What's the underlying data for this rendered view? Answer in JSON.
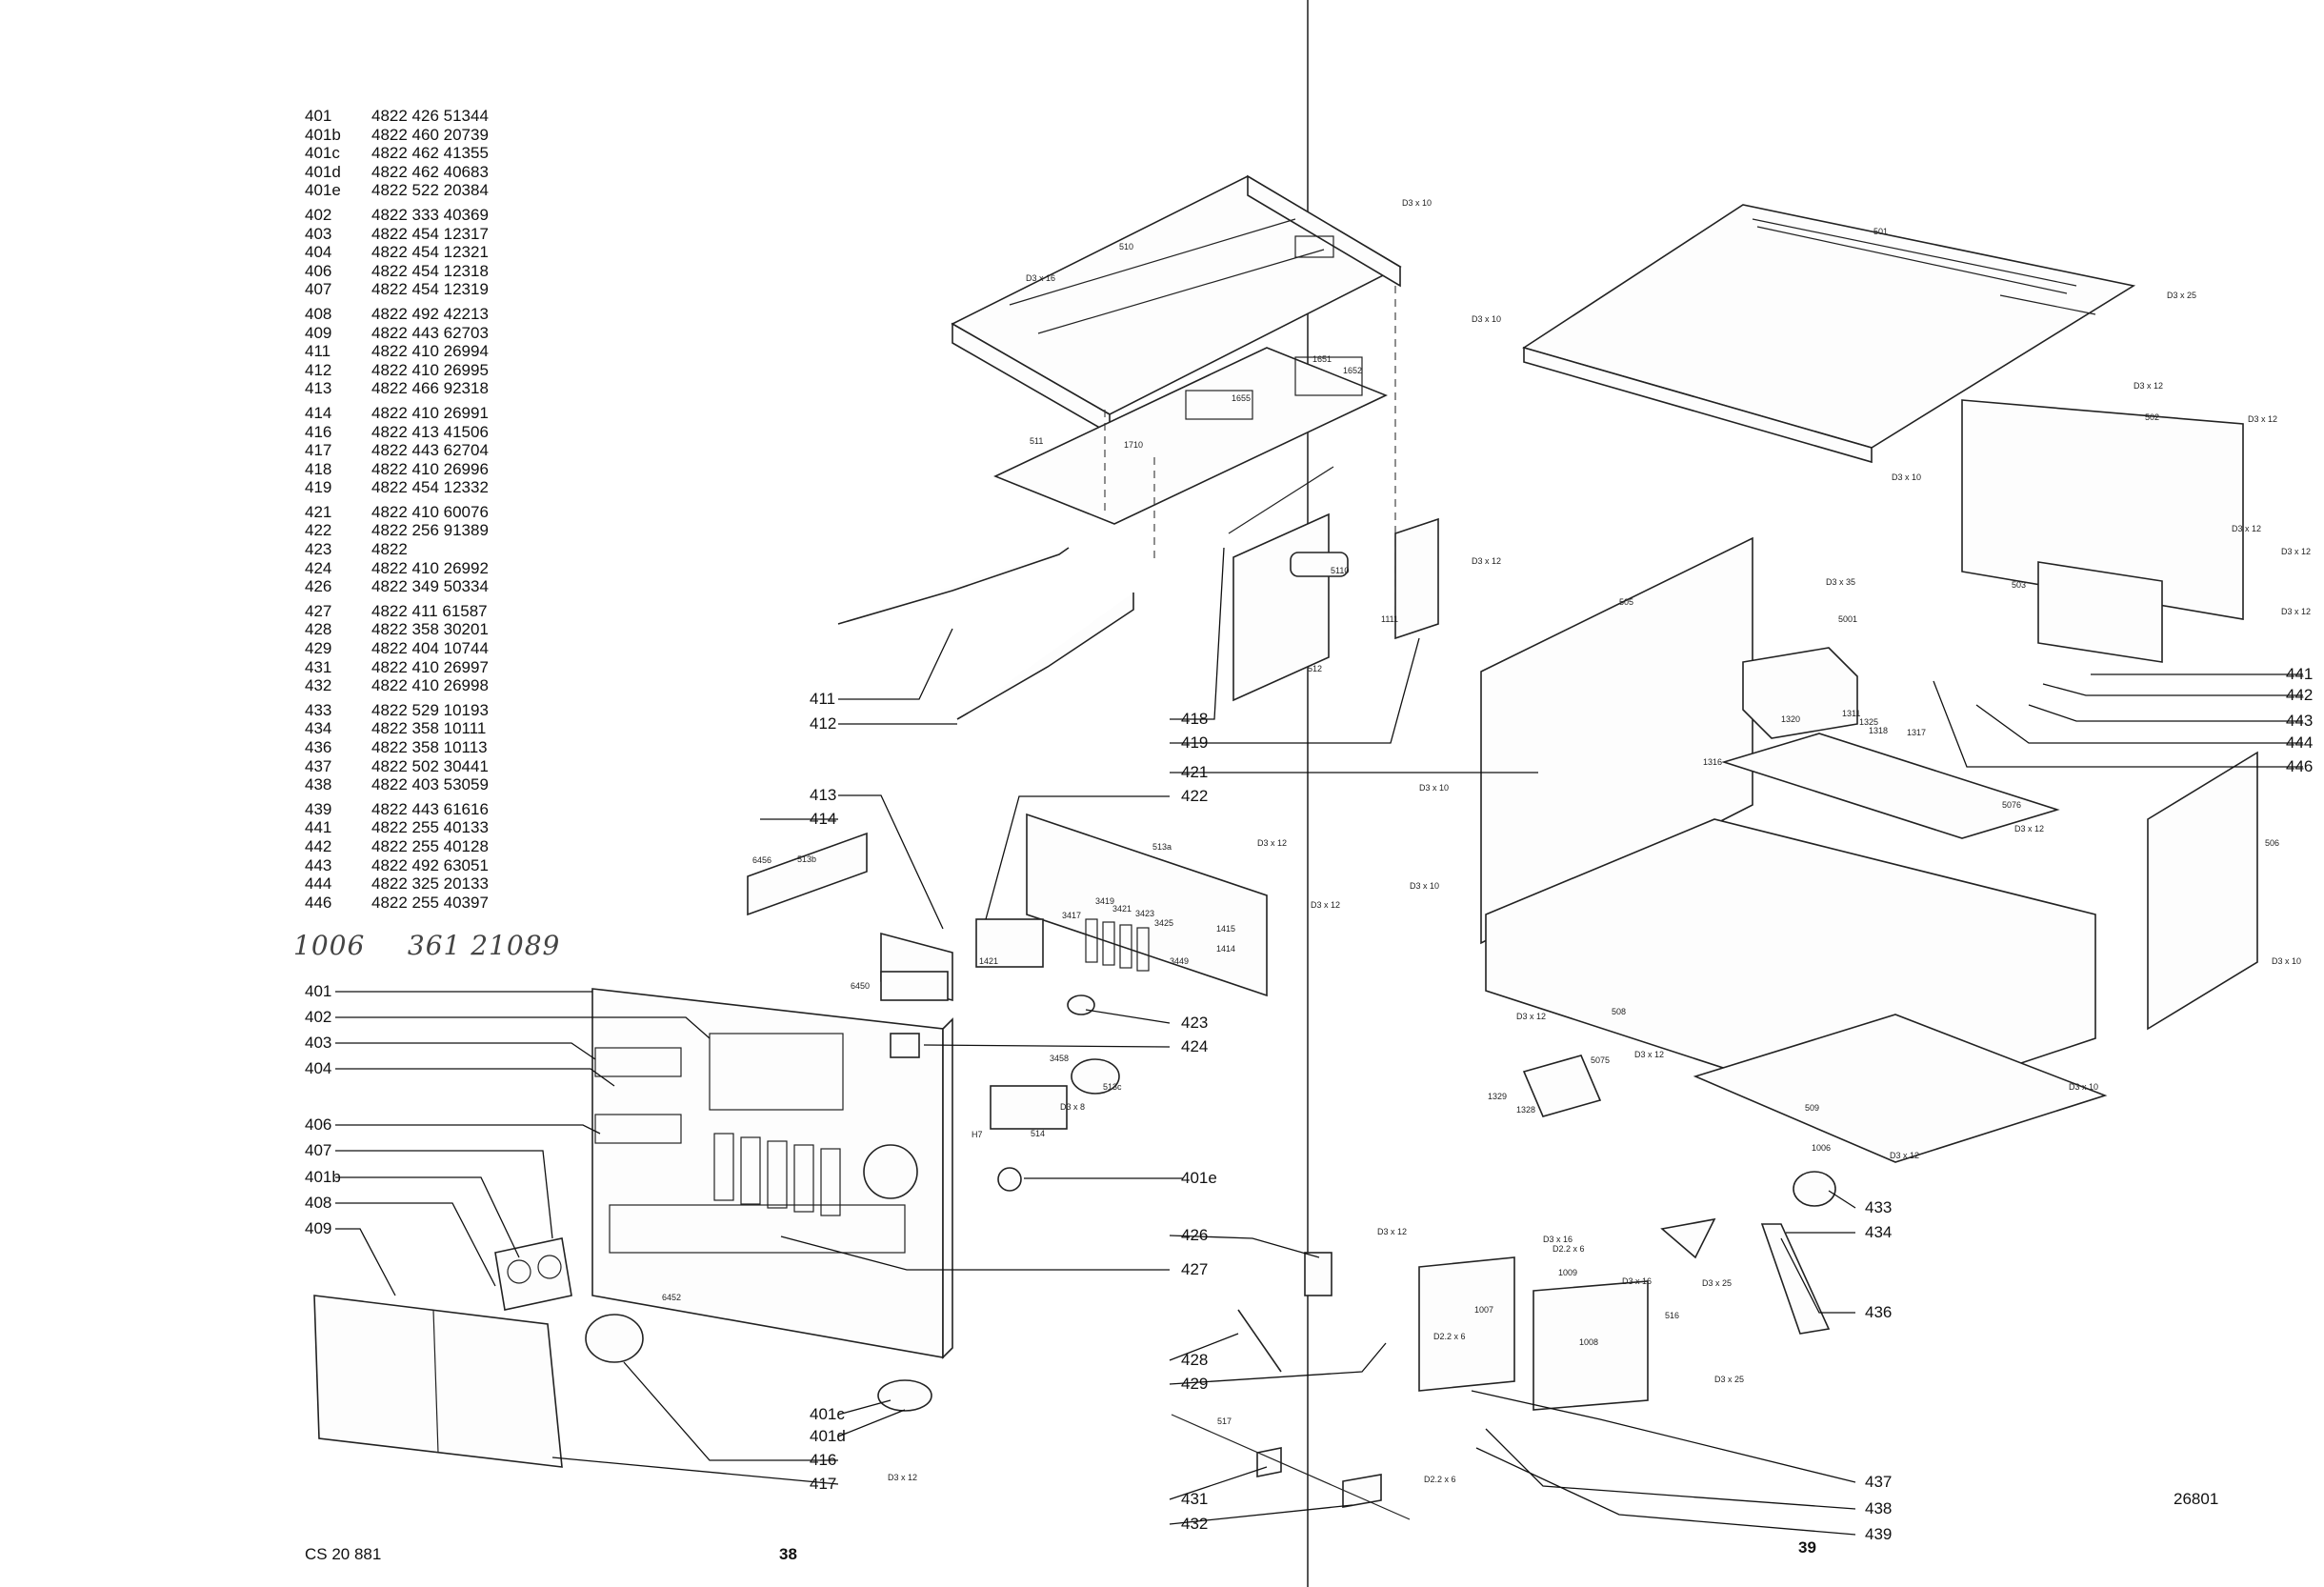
{
  "parts_list": [
    {
      "no": "401",
      "code": "4822 426 51344"
    },
    {
      "no": "401b",
      "code": "4822 460 20739"
    },
    {
      "no": "401c",
      "code": "4822 462 41355"
    },
    {
      "no": "401d",
      "code": "4822 462 40683"
    },
    {
      "no": "401e",
      "code": "4822 522 20384"
    },
    {
      "no": "402",
      "code": "4822 333 40369"
    },
    {
      "no": "403",
      "code": "4822 454 12317"
    },
    {
      "no": "404",
      "code": "4822 454 12321"
    },
    {
      "no": "406",
      "code": "4822 454 12318"
    },
    {
      "no": "407",
      "code": "4822 454 12319"
    },
    {
      "no": "408",
      "code": "4822 492 42213"
    },
    {
      "no": "409",
      "code": "4822 443 62703"
    },
    {
      "no": "411",
      "code": "4822 410 26994"
    },
    {
      "no": "412",
      "code": "4822 410 26995"
    },
    {
      "no": "413",
      "code": "4822 466 92318"
    },
    {
      "no": "414",
      "code": "4822 410 26991"
    },
    {
      "no": "416",
      "code": "4822 413 41506"
    },
    {
      "no": "417",
      "code": "4822 443 62704"
    },
    {
      "no": "418",
      "code": "4822 410 26996"
    },
    {
      "no": "419",
      "code": "4822 454 12332"
    },
    {
      "no": "421",
      "code": "4822 410 60076"
    },
    {
      "no": "422",
      "code": "4822 256 91389"
    },
    {
      "no": "423",
      "code": "4822"
    },
    {
      "no": "424",
      "code": "4822 410 26992"
    },
    {
      "no": "426",
      "code": "4822 349 50334"
    },
    {
      "no": "427",
      "code": "4822 411 61587"
    },
    {
      "no": "428",
      "code": "4822 358 30201"
    },
    {
      "no": "429",
      "code": "4822 404 10744"
    },
    {
      "no": "431",
      "code": "4822 410 26997"
    },
    {
      "no": "432",
      "code": "4822 410 26998"
    },
    {
      "no": "433",
      "code": "4822 529 10193"
    },
    {
      "no": "434",
      "code": "4822 358 10111"
    },
    {
      "no": "436",
      "code": "4822 358 10113"
    },
    {
      "no": "437",
      "code": "4822 502 30441"
    },
    {
      "no": "438",
      "code": "4822 403 53059"
    },
    {
      "no": "439",
      "code": "4822 443 61616"
    },
    {
      "no": "441",
      "code": "4822 255 40133"
    },
    {
      "no": "442",
      "code": "4822 255 40128"
    },
    {
      "no": "443",
      "code": "4822 492 63051"
    },
    {
      "no": "444",
      "code": "4822 325 20133"
    },
    {
      "no": "446",
      "code": "4822 255 40397"
    }
  ],
  "handwritten_note": {
    "no": "1006",
    "code": "361 21089"
  },
  "callouts_left": [
    "401",
    "402",
    "403",
    "404",
    "406",
    "407",
    "401b",
    "408",
    "409"
  ],
  "callouts_mid": [
    "411",
    "412",
    "413",
    "414",
    "418",
    "419",
    "421",
    "422",
    "423",
    "424",
    "401e",
    "426",
    "427",
    "428",
    "429",
    "401c",
    "401d",
    "416",
    "417",
    "431",
    "432"
  ],
  "callouts_right": [
    "441",
    "442",
    "443",
    "444",
    "446",
    "433",
    "434",
    "436",
    "437",
    "438",
    "439"
  ],
  "small_labels": {
    "screws": [
      "D3 x 10",
      "D3 x 16",
      "D3 x 25",
      "D3 x 12",
      "D3 x 35",
      "D3 x 8",
      "D2.2 x 6"
    ],
    "parts": [
      "501",
      "502",
      "503",
      "505",
      "506",
      "508",
      "509",
      "510",
      "511",
      "512",
      "513a",
      "513b",
      "513c",
      "514",
      "516",
      "517",
      "5001",
      "5075",
      "5076",
      "5110",
      "1651",
      "1652",
      "1655",
      "1710",
      "1111",
      "1311",
      "1316",
      "1317",
      "1318",
      "1320",
      "1325",
      "1328",
      "1329",
      "1006",
      "1007",
      "1008",
      "1009",
      "1414",
      "1415",
      "1421",
      "3417",
      "3419",
      "3421",
      "3423",
      "3425",
      "3449",
      "3458",
      "6450",
      "6452",
      "6456",
      "H7"
    ]
  },
  "footer": {
    "doc_code": "CS 20 881",
    "page_left": "38",
    "page_right": "39",
    "drawing_no": "26801"
  }
}
